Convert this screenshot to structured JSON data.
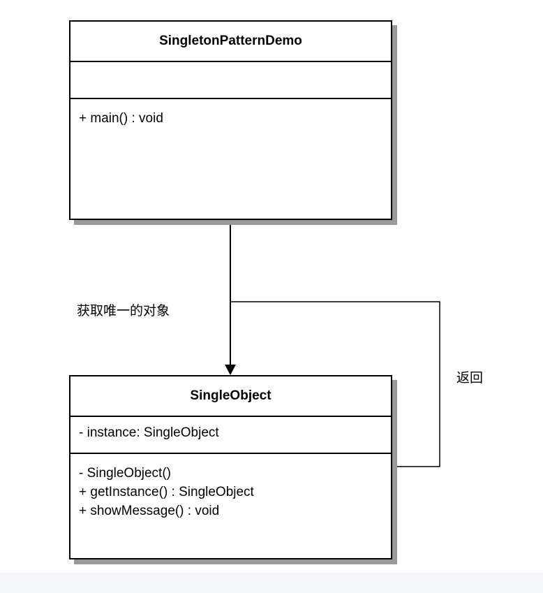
{
  "classes": {
    "demo": {
      "name": "SingletonPatternDemo",
      "attributes": [],
      "methods": [
        "+ main() : void"
      ]
    },
    "single": {
      "name": "SingleObject",
      "attributes": [
        "- instance: SingleObject"
      ],
      "methods": [
        "- SingleObject()",
        "+ getInstance() : SingleObject",
        "+ showMessage() : void"
      ]
    }
  },
  "edges": {
    "get_label": "获取唯一的对象",
    "return_label": "返回"
  }
}
